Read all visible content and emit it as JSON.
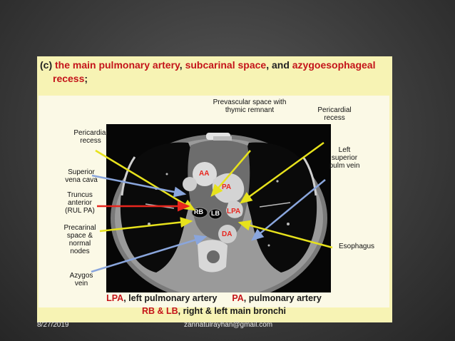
{
  "slide": {
    "heading": {
      "prefix": "(c) ",
      "term1": "the main pulmonary artery",
      "sep1": ", ",
      "term2": "subcarinal space",
      "sep2": ", and ",
      "term3": "azygoesophageal",
      "term3b": "recess",
      "suffix": ";"
    },
    "figure": {
      "labels": {
        "prevascular": "Prevascular space with\nthymic remnant",
        "pericardial_recess_right": "Pericardial\nrecess",
        "pericardial_recess_left": "Pericardial\nrecess",
        "left_superior_pulm_vein": "Left\nsuperior\npulm vein",
        "superior_vena_cava": "Superior\nvena cava",
        "truncus_anterior": "Truncus\nanterior\n(RUL PA)",
        "precarinal": "Precarinal\nspace &\nnormal\nnodes",
        "esophagus": "Esophagus",
        "azygos_vein": "Azygos\nvein"
      },
      "organ_labels": {
        "aa": "AA",
        "pa": "PA",
        "rb": "RB",
        "lb": "LB",
        "lpa": "LPA",
        "da": "DA"
      },
      "caption": {
        "lpa_abbr": "LPA",
        "lpa_text": ", left pulmonary artery",
        "pa_abbr": "PA",
        "pa_text": ", pulmonary artery",
        "rblb_abbr": "RB & LB",
        "rblb_text": ", right & left main bronchi"
      }
    }
  },
  "footer": {
    "date": "8/27/2019",
    "email": "zannatulrayhan@gmail.com"
  },
  "colors": {
    "accent_red": "#c4141a",
    "panel_yellow": "#f7f3b4",
    "pointer_yellow": "#e7e21c",
    "pointer_blue": "#8aa6dd",
    "pointer_red": "#e8261e"
  }
}
